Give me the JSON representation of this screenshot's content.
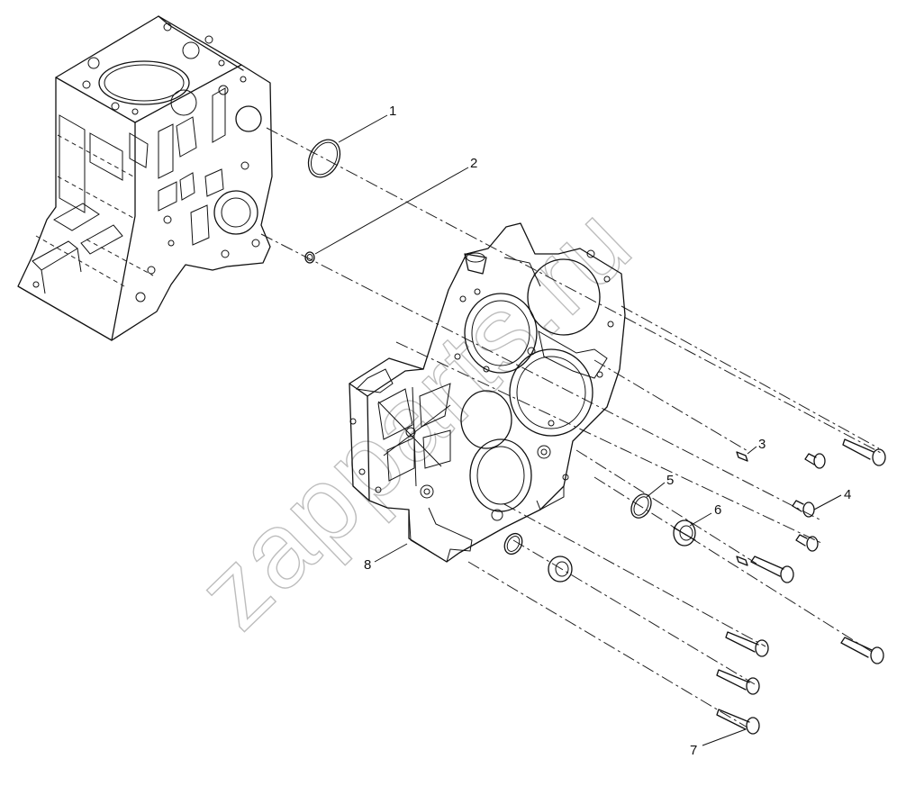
{
  "watermark": "zapparts.ru",
  "callouts": {
    "c1": "1",
    "c2": "2",
    "c3": "3",
    "c4": "4",
    "c5": "5",
    "c6": "6",
    "c7": "7",
    "c8": "8"
  }
}
